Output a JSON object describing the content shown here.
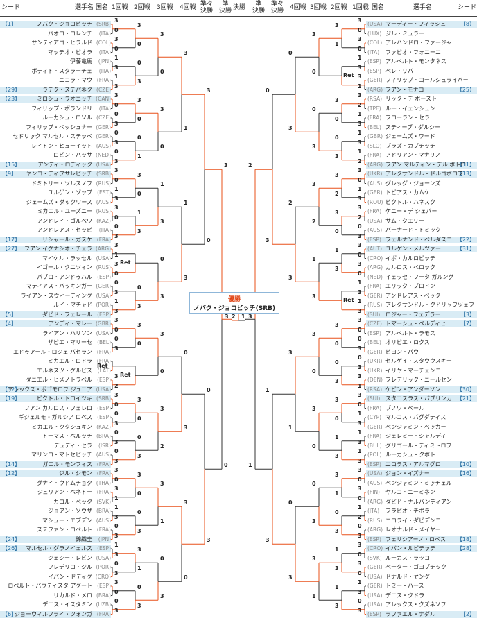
{
  "headers": {
    "seed": "シード",
    "player": "選手名",
    "country": "国名",
    "r1": "1回戦",
    "r2": "2回戦",
    "r3": "3回戦",
    "r4": "4回戦",
    "qf": "準々\n決勝",
    "sf": "準\n決勝",
    "final": "決勝"
  },
  "champion": {
    "title": "優勝",
    "name": "ノバク・ジョコビッチ(SRB)"
  },
  "colors": {
    "win": "#e8501a",
    "lose": "#333333",
    "seed_bg": "#d9ecf5"
  },
  "left": [
    {
      "seed": "【1】",
      "name": "ノバク・ジョコビッチ",
      "country": "(SRB)"
    },
    {
      "seed": "",
      "name": "パオロ・ロレンチ",
      "country": "(ITA)"
    },
    {
      "seed": "",
      "name": "サンティアゴ・ヒラルド",
      "country": "(COL)"
    },
    {
      "seed": "",
      "name": "マッテオ・ビオラ",
      "country": "(ITA)"
    },
    {
      "seed": "",
      "name": "伊藤竜馬",
      "country": "(JPN)"
    },
    {
      "seed": "",
      "name": "ボティト・スタラーチェ",
      "country": "(ITA)"
    },
    {
      "seed": "",
      "name": "ニコラ・マウ",
      "country": "(FRA)"
    },
    {
      "seed": "【29】",
      "name": "ラデク・ステパネク",
      "country": "(CZE)"
    },
    {
      "seed": "【23】",
      "name": "ミロシュ・ラオニッチ",
      "country": "(CAN)"
    },
    {
      "seed": "",
      "name": "フィリップ・ボランドリ",
      "country": "(ITA)"
    },
    {
      "seed": "",
      "name": "ルーカシュ・ロソル",
      "country": "(CZE)"
    },
    {
      "seed": "",
      "name": "フィリップ・ペッシュナー",
      "country": "(GER)"
    },
    {
      "seed": "",
      "name": "セドリック マルセル・ステッベ",
      "country": "(GER)"
    },
    {
      "seed": "",
      "name": "レイトン・ヒューイット",
      "country": "(AUS)"
    },
    {
      "seed": "",
      "name": "ロビン・ハッサ",
      "country": "(NED)"
    },
    {
      "seed": "【15】",
      "name": "アンディ・ロディック",
      "country": "(USA)"
    },
    {
      "seed": "【9】",
      "name": "ヤンコ・ティプサレビッチ",
      "country": "(SRB)"
    },
    {
      "seed": "",
      "name": "ドミトリー・ツルスノフ",
      "country": "(RUS)"
    },
    {
      "seed": "",
      "name": "ユルゲン・ゾップ",
      "country": "(EST)"
    },
    {
      "seed": "",
      "name": "ジェームズ・ダックワース",
      "country": "(AUS)"
    },
    {
      "seed": "",
      "name": "ミカエル・ユーズニー",
      "country": "(RUS)"
    },
    {
      "seed": "",
      "name": "アンドレイ・ゴルベワ",
      "country": "(KAZ)"
    },
    {
      "seed": "",
      "name": "アンドレアス・セッピ",
      "country": "(ITA)"
    },
    {
      "seed": "【17】",
      "name": "リシャール・ガスケ",
      "country": "(FRA)"
    },
    {
      "seed": "【27】",
      "name": "フアン イグナシオ・チェラ",
      "country": "(ARG)"
    },
    {
      "seed": "",
      "name": "マイケル・ラッセル",
      "country": "(USA)"
    },
    {
      "seed": "",
      "name": "イゴール・クニツィン",
      "country": "(RUS)"
    },
    {
      "seed": "",
      "name": "パブロ・アンドゥハル",
      "country": "(ESP)"
    },
    {
      "seed": "",
      "name": "マティアス・バッキンガー",
      "country": "(GER)"
    },
    {
      "seed": "",
      "name": "ライアン・スウィーティング",
      "country": "(USA)"
    },
    {
      "seed": "",
      "name": "ルイ・マチャド",
      "country": "(POR)"
    },
    {
      "seed": "【5】",
      "name": "ダビド・フェレール",
      "country": "(ESP)"
    },
    {
      "seed": "【4】",
      "name": "アンディ・マレー",
      "country": "(GBR)"
    },
    {
      "seed": "",
      "name": "ライアン・ハリソン",
      "country": "(USA)"
    },
    {
      "seed": "",
      "name": "ザビエ・マリーセ",
      "country": "(BEL)"
    },
    {
      "seed": "",
      "name": "エドゥアール・ロジェ バセラン",
      "country": "(FRA)"
    },
    {
      "seed": "",
      "name": "ミカエル・ロドラ",
      "country": "(FRA)"
    },
    {
      "seed": "",
      "name": "エルネスツ・グルビス",
      "country": "(LAT)"
    },
    {
      "seed": "",
      "name": "ダニエル・ヒメノトラベル",
      "country": "(ESP)"
    },
    {
      "seed": "【32】",
      "name": "アレックス・ボゴモロフ ジュニア",
      "country": "(USA)"
    },
    {
      "seed": "【19】",
      "name": "ビクトル・トロイツキ",
      "country": "(SRB)"
    },
    {
      "seed": "",
      "name": "フアン カルロス・フェレロ",
      "country": "(ESP)"
    },
    {
      "seed": "",
      "name": "ギジェルモ・ガルシア ロペス",
      "country": "(ESP)"
    },
    {
      "seed": "",
      "name": "ミカエル・ククシュキン",
      "country": "(KAZ)"
    },
    {
      "seed": "",
      "name": "トーマス・ベルッチ",
      "country": "(BRA)"
    },
    {
      "seed": "",
      "name": "デュディ・セラ",
      "country": "(ISR)"
    },
    {
      "seed": "",
      "name": "マリンコ・マトセビッチ",
      "country": "(AUS)"
    },
    {
      "seed": "【14】",
      "name": "ガエル・モンフィス",
      "country": "(FRA)"
    },
    {
      "seed": "【12】",
      "name": "ジル・シモン",
      "country": "(FRA)"
    },
    {
      "seed": "",
      "name": "ダナイ・ウドムチョク",
      "country": "(THA)"
    },
    {
      "seed": "",
      "name": "ジュリアン・ベネトー",
      "country": "(FRA)"
    },
    {
      "seed": "",
      "name": "カロル・ベック",
      "country": "(SVK)"
    },
    {
      "seed": "",
      "name": "ジョアン・ソウザ",
      "country": "(BRA)"
    },
    {
      "seed": "",
      "name": "マシュー・エブデン",
      "country": "(AUS)"
    },
    {
      "seed": "",
      "name": "ステファン・ロベルト",
      "country": "(FRA)"
    },
    {
      "seed": "【24】",
      "name": "錦織圭",
      "country": "(JPN)"
    },
    {
      "seed": "【26】",
      "name": "マルセル・グラノイェルス",
      "country": "(ESP)"
    },
    {
      "seed": "",
      "name": "ジェシー・レビン",
      "country": "(USA)"
    },
    {
      "seed": "",
      "name": "フレデリコ・ジル",
      "country": "(POR)"
    },
    {
      "seed": "",
      "name": "イバン・ドディグ",
      "country": "(CRO)"
    },
    {
      "seed": "",
      "name": "ロベルト・バウティスタ アグート",
      "country": "(ESP)"
    },
    {
      "seed": "",
      "name": "リカルド・メロ",
      "country": "(BRA)"
    },
    {
      "seed": "",
      "name": "デニス・イスタミン",
      "country": "(UZB)"
    },
    {
      "seed": "【6】",
      "name": "ジョーウィルフライ・ツォンガ",
      "country": "(FRA)"
    }
  ],
  "right": [
    {
      "seed": "【8】",
      "name": "マーディー・フィッシュ",
      "country": "(USA)"
    },
    {
      "seed": "",
      "name": "ジル・ミュラー",
      "country": "(LUX)"
    },
    {
      "seed": "",
      "name": "アレハンドロ・ファージャ",
      "country": "(COL)"
    },
    {
      "seed": "",
      "name": "ファビオ・フォニーニ",
      "country": "(ITA)"
    },
    {
      "seed": "",
      "name": "アルベルト・モンタネス",
      "country": "(ESP)"
    },
    {
      "seed": "",
      "name": "ペレ・リバ",
      "country": "(ESP)"
    },
    {
      "seed": "",
      "name": "フィリップ・コールシュライバー",
      "country": "(GER)"
    },
    {
      "seed": "【25】",
      "name": "フアン・モナコ",
      "country": "(ARG)"
    },
    {
      "seed": "",
      "name": "リック・デ ボースト",
      "country": "(RSA)"
    },
    {
      "seed": "",
      "name": "ルー・イェンシュン",
      "country": "(TPE)"
    },
    {
      "seed": "",
      "name": "フローラン・セラ",
      "country": "(FRA)"
    },
    {
      "seed": "",
      "name": "スティーブ・ダルシー",
      "country": "(BEL)"
    },
    {
      "seed": "",
      "name": "ジェームズ・ワード",
      "country": "(GBR)"
    },
    {
      "seed": "",
      "name": "ブラズ・カブチッチ",
      "country": "(SLO)"
    },
    {
      "seed": "",
      "name": "アドリアン・マナリノ",
      "country": "(FRA)"
    },
    {
      "seed": "【11】",
      "name": "フアン マルティン・デル ポトロ",
      "country": "(ARG)"
    },
    {
      "seed": "【13】",
      "name": "アレクサンドル・ドルゴポロフ",
      "country": "(UKR)"
    },
    {
      "seed": "",
      "name": "グレッグ・ジョーンズ",
      "country": "(AUS)"
    },
    {
      "seed": "",
      "name": "トビアス・カムケ",
      "country": "(GER)"
    },
    {
      "seed": "",
      "name": "ビクトル・ハネスク",
      "country": "(ROU)"
    },
    {
      "seed": "",
      "name": "ケニー・デ シェパー",
      "country": "(FRA)"
    },
    {
      "seed": "",
      "name": "サム・クエリー",
      "country": "(USA)"
    },
    {
      "seed": "",
      "name": "バーナード・トミック",
      "country": "(AUS)"
    },
    {
      "seed": "【22】",
      "name": "フェルナンド・ベルダスコ",
      "country": "(ESP)"
    },
    {
      "seed": "【31】",
      "name": "ユルゲン・メルツァー",
      "country": "(AUT)"
    },
    {
      "seed": "",
      "name": "イボ・カルロビッチ",
      "country": "(CRO)"
    },
    {
      "seed": "",
      "name": "カルロス・ベロック",
      "country": "(ARG)"
    },
    {
      "seed": "",
      "name": "イェッセ・フータ ガルング",
      "country": "(NED)"
    },
    {
      "seed": "",
      "name": "エリック・プロドン",
      "country": "(FRA)"
    },
    {
      "seed": "",
      "name": "アンドレアス・ベック",
      "country": "(GER)"
    },
    {
      "seed": "",
      "name": "アレクサンドル・クドリャフツェフ",
      "country": "(RUS)"
    },
    {
      "seed": "【3】",
      "name": "ロジャー・フェデラー",
      "country": "(SUI)"
    },
    {
      "seed": "【7】",
      "name": "トマーシュ・ベルディヒ",
      "country": "(CZE)"
    },
    {
      "seed": "",
      "name": "アルベルト・ラモス",
      "country": "(ESP)"
    },
    {
      "seed": "",
      "name": "オリビエ・ロクス",
      "country": "(BEL)"
    },
    {
      "seed": "",
      "name": "ビヨン・パウ",
      "country": "(GER)"
    },
    {
      "seed": "",
      "name": "セルゲイ・スタウウスキー",
      "country": "(UKR)"
    },
    {
      "seed": "",
      "name": "イリヤ・マーチェンコ",
      "country": "(UKR)"
    },
    {
      "seed": "",
      "name": "フレデリック・ニールセン",
      "country": "(DEN)"
    },
    {
      "seed": "【30】",
      "name": "ケビン・アンダーソン",
      "country": "(RSA)"
    },
    {
      "seed": "【21】",
      "name": "スタニスラス・バブリンカ",
      "country": "(SUI)"
    },
    {
      "seed": "",
      "name": "ブノワ・ペール",
      "country": "(FRA)"
    },
    {
      "seed": "",
      "name": "マルコス・バグダティス",
      "country": "(CYP)"
    },
    {
      "seed": "",
      "name": "ベンジャミン・ベッカー",
      "country": "(GER)"
    },
    {
      "seed": "",
      "name": "ジェレミー・シャルディ",
      "country": "(FRA)"
    },
    {
      "seed": "",
      "name": "グリゴール・ディミトロフ",
      "country": "(BUL)"
    },
    {
      "seed": "",
      "name": "ルーカシュ・クボト",
      "country": "(POL)"
    },
    {
      "seed": "【10】",
      "name": "ニコラス・アルマグロ",
      "country": "(ESP)"
    },
    {
      "seed": "【16】",
      "name": "ジョン・イズナー",
      "country": "(USA)"
    },
    {
      "seed": "",
      "name": "ベンジャミン・ミッチェル",
      "country": "(AUS)"
    },
    {
      "seed": "",
      "name": "ヤルコ・ニーミネン",
      "country": "(FIN)"
    },
    {
      "seed": "",
      "name": "ダビド・ナルバンディアン",
      "country": "(ARG)"
    },
    {
      "seed": "",
      "name": "フラビオ・チポラ",
      "country": "(ITA)"
    },
    {
      "seed": "",
      "name": "ニコライ・ダビデンコ",
      "country": "(RUS)"
    },
    {
      "seed": "",
      "name": "レオナルド・メイヤー",
      "country": "(ARG)"
    },
    {
      "seed": "【18】",
      "name": "フェリシアーノ・ロペス",
      "country": "(ESP)"
    },
    {
      "seed": "【28】",
      "name": "イバン・ルビチッチ",
      "country": "(CRO)"
    },
    {
      "seed": "",
      "name": "ルーカス・ラッコ",
      "country": "(SVK)"
    },
    {
      "seed": "",
      "name": "ペーター・ゴヨブチック",
      "country": "(GER)"
    },
    {
      "seed": "",
      "name": "ドナルド・ヤング",
      "country": "(USA)"
    },
    {
      "seed": "",
      "name": "トミー・ハース",
      "country": "(GER)"
    },
    {
      "seed": "",
      "name": "デニス・クドラ",
      "country": "(USA)"
    },
    {
      "seed": "",
      "name": "アレックス・クズネソフ",
      "country": "(USA)"
    },
    {
      "seed": "【2】",
      "name": "ラファエル・ナダル",
      "country": "(ESP)"
    }
  ],
  "left_rounds": [
    [
      [
        3,
        0
      ],
      [
        3,
        0
      ],
      [
        1,
        3
      ],
      [
        1,
        3
      ],
      [
        3,
        0
      ],
      [
        0,
        3
      ],
      [
        0,
        3
      ],
      [
        0,
        3
      ],
      [
        3,
        0
      ],
      [
        1,
        3
      ],
      [
        3,
        0
      ],
      [
        0,
        3
      ],
      [
        3,
        1
      ],
      [
        3,
        0
      ],
      [
        0,
        3
      ],
      [
        1,
        3
      ],
      [
        3,
        0
      ],
      [
        0,
        3
      ],
      [
        "Ret",
        ""
      ],
      [
        3,
        2
      ],
      [
        3,
        0
      ],
      [
        0,
        3
      ],
      [
        0,
        3
      ],
      [
        0,
        3
      ],
      [
        3,
        0
      ],
      [
        3,
        1
      ],
      [
        1,
        3
      ],
      [
        0,
        3
      ],
      [
        1,
        3
      ],
      [
        0,
        3
      ],
      [
        3,
        0
      ],
      [
        0,
        3
      ]
    ],
    [
      [
        3,
        0
      ],
      [
        0,
        3
      ],
      [
        3,
        0
      ],
      [
        0,
        1
      ],
      [
        3,
        0
      ],
      [
        1,
        3
      ],
      [
        "Ret",
        ""
      ],
      [
        0,
        3
      ],
      [
        3,
        0
      ],
      [
        "Ret",
        ""
      ],
      [
        3,
        0
      ],
      [
        0,
        3
      ],
      [
        3,
        0
      ],
      [
        0,
        3
      ],
      [
        3,
        1
      ],
      [
        0,
        3
      ]
    ],
    [
      [
        3,
        0
      ],
      [
        3,
        0
      ],
      [
        1,
        3
      ],
      [
        0,
        3
      ],
      [
        3,
        0
      ],
      [
        3,
        2
      ],
      [
        3,
        1
      ],
      [
        0,
        3
      ]
    ],
    [
      [
        3,
        1
      ],
      [
        1,
        3
      ],
      [
        0,
        3
      ],
      [
        3,
        0
      ]
    ],
    [
      [
        3,
        0
      ],
      [
        0,
        3
      ]
    ],
    [
      [
        3,
        0
      ]
    ]
  ],
  "right_rounds": [
    [
      [
        3,
        0
      ],
      [
        3,
        0
      ],
      [
        1,
        3
      ],
      [
        3,
        1
      ],
      [
        3,
        2
      ],
      [
        1,
        3
      ],
      [
        1,
        3
      ],
      [
        1,
        2
      ],
      [
        3,
        0
      ],
      [
        1,
        3
      ],
      [
        3,
        2
      ],
      [
        0,
        3
      ],
      [
        3,
        0
      ],
      [
        3,
        0
      ],
      [
        1,
        3
      ],
      [
        1,
        3
      ],
      [
        3,
        0
      ],
      [
        0,
        3
      ],
      [
        0,
        3
      ],
      [
        3,
        1
      ],
      [
        3,
        0
      ],
      [
        1,
        3
      ],
      [
        1,
        3
      ],
      [
        1,
        3
      ],
      [
        3,
        0
      ],
      [
        3,
        0
      ],
      [
        1,
        2
      ],
      [
        0,
        3
      ],
      [
        3,
        0
      ],
      [
        3,
        0
      ],
      [
        1,
        3
      ],
      [
        0,
        3
      ]
    ],
    [
      [
        3,
        1
      ],
      [
        "Ret",
        ""
      ],
      [
        3,
        0
      ],
      [
        0,
        3
      ],
      [
        3,
        2
      ],
      [
        3,
        0
      ],
      [
        1,
        3
      ],
      [
        "Ret",
        ""
      ],
      [
        3,
        0
      ],
      [
        0,
        3
      ],
      [
        3,
        0
      ],
      [
        1,
        3
      ],
      [
        3,
        1
      ],
      [
        0,
        3
      ],
      [
        1,
        3
      ],
      [
        1,
        3
      ]
    ],
    [
      [
        3,
        0
      ],
      [
        0,
        3
      ],
      [
        3,
        2
      ],
      [
        1,
        3
      ],
      [
        3,
        0
      ],
      [
        3,
        0
      ],
      [
        0,
        3
      ],
      [
        3,
        1
      ]
    ],
    [
      [
        0,
        3
      ],
      [
        2,
        3
      ],
      [
        3,
        1
      ],
      [
        0,
        3
      ]
    ],
    [
      [
        0,
        3
      ],
      [
        1,
        3
      ]
    ],
    [
      [
        2,
        1
      ]
    ]
  ],
  "final_score": [
    [
      3,
      2
    ],
    [
      1,
      3
    ]
  ]
}
